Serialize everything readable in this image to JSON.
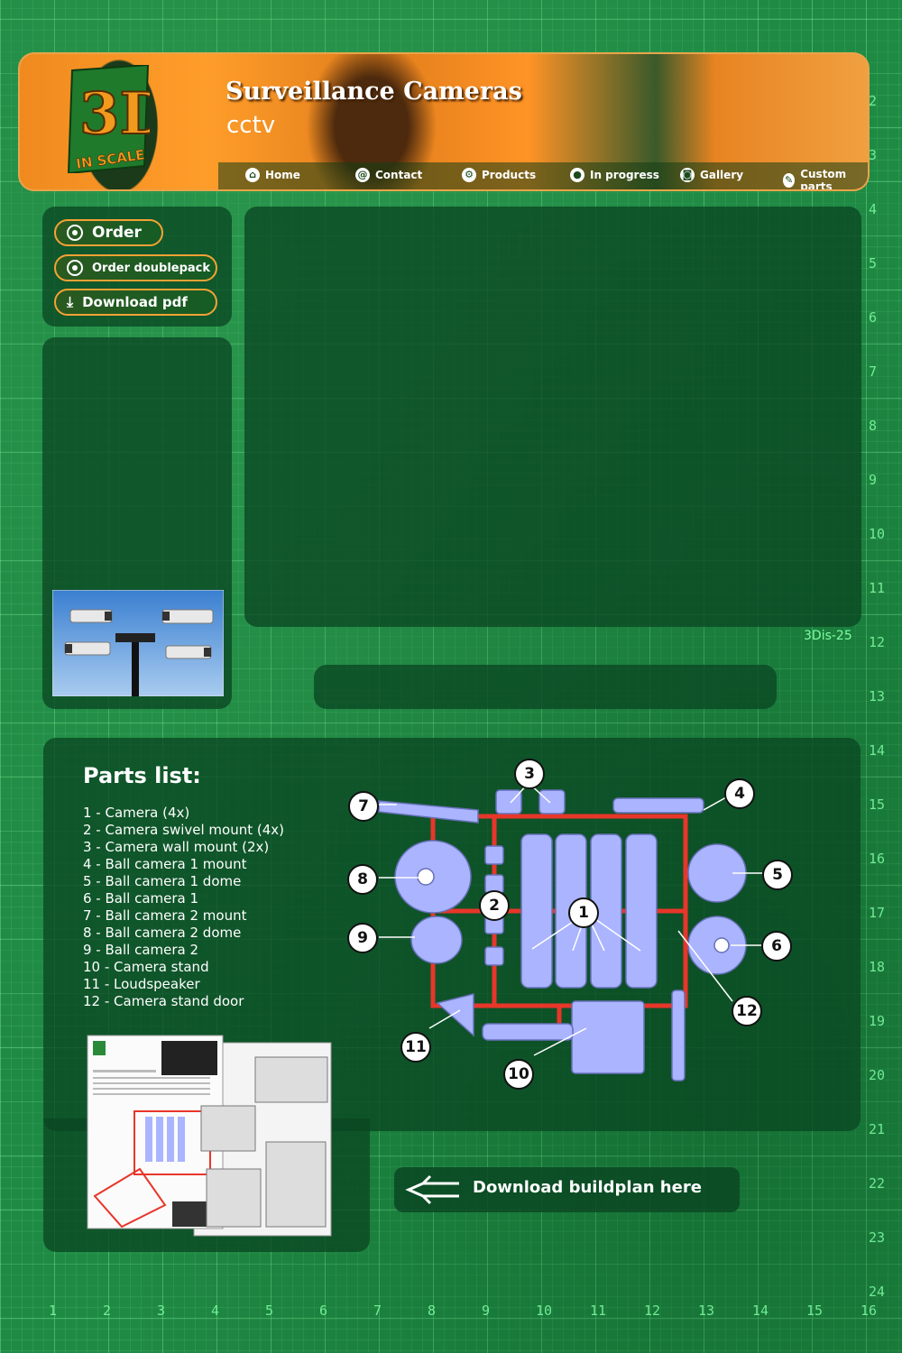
{
  "header": {
    "title": "Surveillance Cameras",
    "subtitle": "cctv",
    "logo_text_big": "3D",
    "logo_text_small": "IN SCALE"
  },
  "nav": [
    {
      "label": "Home",
      "icon": "home-icon"
    },
    {
      "label": "Contact",
      "icon": "at-icon"
    },
    {
      "label": "Products",
      "icon": "gears-icon"
    },
    {
      "label": "In progress",
      "icon": "light-bulb-icon"
    },
    {
      "label": "Gallery",
      "icon": "camera-icon"
    },
    {
      "label": "Custom parts",
      "icon": "wrench-icon"
    }
  ],
  "sidebar": {
    "order_label": "Order",
    "order_double_label": "Order doublepack",
    "download_pdf_label": "Download pdf"
  },
  "product_code": "3Dis-25",
  "parts": {
    "title": "Parts list:",
    "items": [
      "1   - Camera (4x)",
      "2   - Camera swivel mount (4x)",
      "3   - Camera wall mount (2x)",
      "4   - Ball camera 1 mount",
      "5   - Ball camera 1 dome",
      "6   - Ball camera 1",
      "7   - Ball camera 2 mount",
      "8   - Ball camera 2 dome",
      "9   - Ball camera 2",
      "10 - Camera stand",
      "11 - Loudspeaker",
      "12 - Camera stand door"
    ],
    "callouts": [
      "1",
      "2",
      "3",
      "4",
      "5",
      "6",
      "7",
      "8",
      "9",
      "10",
      "11",
      "12"
    ]
  },
  "download_buildplan_label": "Download buildplan here",
  "ruler_right": [
    "2",
    "3",
    "4",
    "5",
    "6",
    "7",
    "8",
    "9",
    "10",
    "11",
    "12",
    "13",
    "14",
    "15",
    "16",
    "17",
    "18",
    "19",
    "20",
    "21",
    "22",
    "23",
    "24"
  ],
  "ruler_bottom": [
    "1",
    "2",
    "3",
    "4",
    "5",
    "6",
    "7",
    "8",
    "9",
    "10",
    "11",
    "12",
    "13",
    "14",
    "15",
    "16"
  ],
  "colors": {
    "orange": "#f08a20",
    "green": "#1f8a44",
    "panel": "#0a4623",
    "sprue_red": "#e8362a",
    "part_blue": "#aab4ff"
  }
}
